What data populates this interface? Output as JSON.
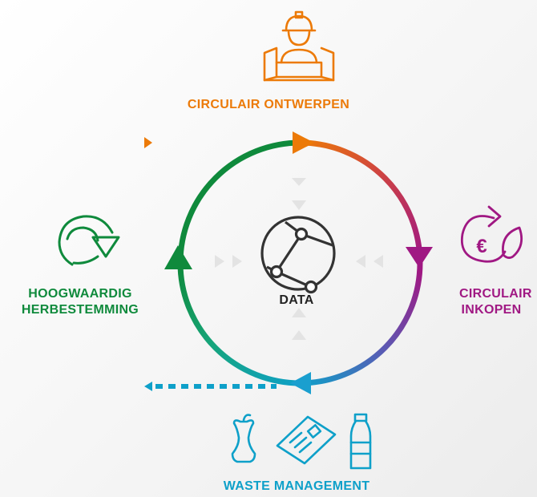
{
  "labels": {
    "circulair_ontwerpen": "CIRCULAIR ONTWERPEN",
    "circulair_inkopen": "CIRCULAIR INKOPEN",
    "hoogwaardig_herbestemming": "HOOGWAARDIG HERBESTEMMING",
    "data": "DATA",
    "waste_management": "WASTE MANAGEMENT"
  },
  "icons": {
    "ontwerpen": "worker-with-blueprint-icon",
    "inkopen": "euro-recycle-icon",
    "herbestemming": "recycle-arrow-icon",
    "data": "network-globe-icon",
    "waste": [
      "apple-core-icon",
      "newspaper-icon",
      "plastic-bottle-icon"
    ]
  },
  "colors": {
    "orange": "#ec7a08",
    "purple": "#a01883",
    "green": "#0f8a3c",
    "cyan": "#0ea0c9",
    "dark": "#333333"
  }
}
